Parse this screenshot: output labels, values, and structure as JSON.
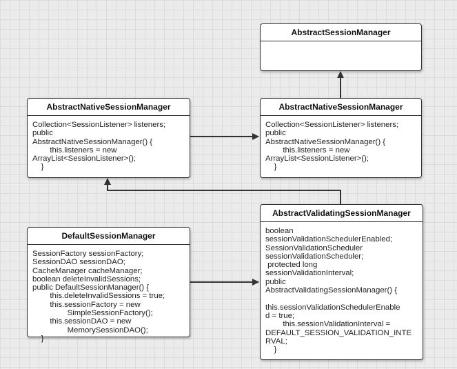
{
  "classes": {
    "top": {
      "name": "AbstractSessionManager",
      "body": ""
    },
    "left_mid": {
      "name": "AbstractNativeSessionManager",
      "body": "Collection<SessionListener> listeners;\npublic\nAbstractNativeSessionManager() {\n        this.listeners = new\nArrayList<SessionListener>();\n    }"
    },
    "right_mid": {
      "name": "AbstractNativeSessionManager",
      "body": "Collection<SessionListener> listeners;\npublic\nAbstractNativeSessionManager() {\n        this.listeners = new\nArrayList<SessionListener>();\n    }"
    },
    "default": {
      "name": "DefaultSessionManager",
      "body": "SessionFactory sessionFactory;\nSessionDAO sessionDAO;\nCacheManager cacheManager;\nboolean deleteInvalidSessions;\npublic DefaultSessionManager() {\n        this.deleteInvalidSessions = true;\n        this.sessionFactory = new\n                SimpleSessionFactory();\n        this.sessionDAO = new\n                MemorySessionDAO();\n    }"
    },
    "validating": {
      "name": "AbstractValidatingSessionManager",
      "body": "boolean\nsessionValidationSchedulerEnabled;\nSessionValidationScheduler\nsessionValidationScheduler;\n protected long\nsessionValidationInterval;\npublic\nAbstractValidatingSessionManager() {\n\nthis.sessionValidationSchedulerEnable\nd = true;\n        this.sessionValidationInterval =\nDEFAULT_SESSION_VALIDATION_INTE\nRVAL;\n    }"
    }
  },
  "colors": {
    "background": "#ebebeb",
    "grid": "#dcdcdc",
    "border": "#333333",
    "connector": "#333333"
  }
}
